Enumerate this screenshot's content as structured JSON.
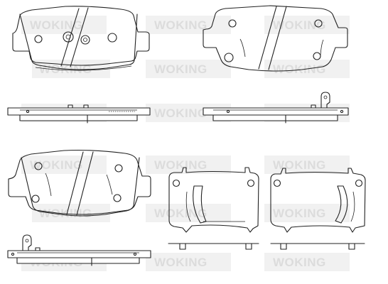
{
  "watermark": {
    "text": "WOKING"
  },
  "colors": {
    "line": "#222222",
    "watermark": "#dcdcdc",
    "background": "#ffffff"
  },
  "views": [
    "pad-1-face",
    "pad-2-face",
    "pad-1-side",
    "pad-2-side",
    "pad-3-face",
    "shim-left-face",
    "shim-right-face",
    "pad-3-side",
    "shim-left-side",
    "shim-right-side"
  ]
}
